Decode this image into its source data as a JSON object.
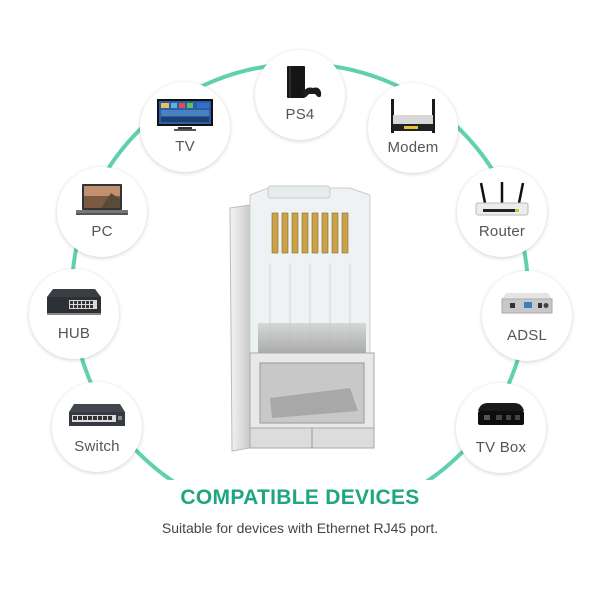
{
  "headline": "COMPATIBLE DEVICES",
  "subtitle": "Suitable for devices with Ethernet RJ45 port.",
  "accent_color": "#5fd0b0",
  "headline_color": "#1fa57f",
  "center_image": "rj45-connector-icon",
  "devices": [
    {
      "label": "PS4",
      "icon": "game-console-icon"
    },
    {
      "label": "TV",
      "icon": "tv-icon"
    },
    {
      "label": "Modem",
      "icon": "modem-icon"
    },
    {
      "label": "PC",
      "icon": "laptop-icon"
    },
    {
      "label": "Router",
      "icon": "router-icon"
    },
    {
      "label": "HUB",
      "icon": "hub-icon"
    },
    {
      "label": "ADSL",
      "icon": "adsl-icon"
    },
    {
      "label": "Switch",
      "icon": "switch-icon"
    },
    {
      "label": "TV Box",
      "icon": "tv-box-icon"
    }
  ]
}
